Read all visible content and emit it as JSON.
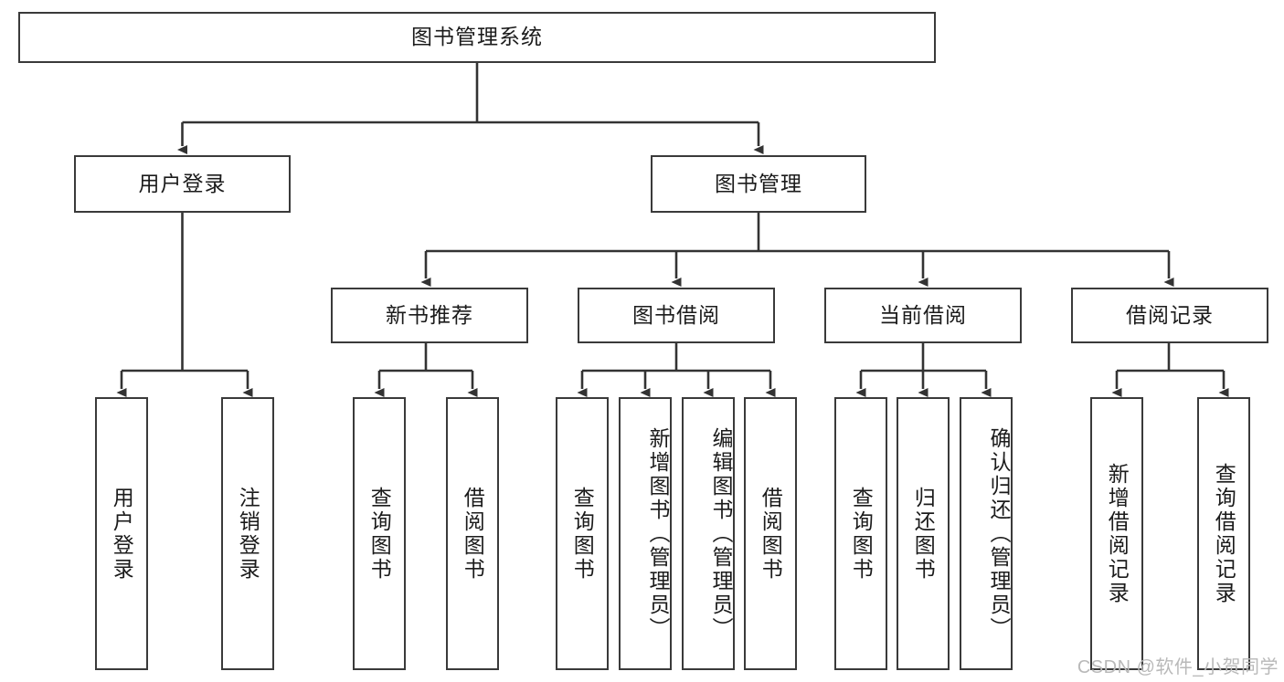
{
  "diagram": {
    "title": "图书管理系统",
    "type": "tree",
    "watermark": "CSDN @软件_小贺同学",
    "colors": {
      "box_border": "#3a3a3a",
      "box_fill": "#ffffff",
      "connector": "#333333",
      "text": "#1b1b1b",
      "watermark": "#b9b9b9"
    },
    "nodes": {
      "root": "图书管理系统",
      "level2": {
        "user_login": "用户登录",
        "book_manage": "图书管理"
      },
      "level3": {
        "new_book_rec": "新书推荐",
        "book_borrow": "图书借阅",
        "current_borrow": "当前借阅",
        "borrow_record": "借阅记录"
      },
      "leaves": {
        "user_login_1": "用户登录",
        "user_login_2": "注销登录",
        "new_book_rec_1": "查询图书",
        "new_book_rec_2": "借阅图书",
        "book_borrow_1": "查询图书",
        "book_borrow_2": "新增图书（管理员）",
        "book_borrow_3": "编辑图书（管理员）",
        "book_borrow_4": "借阅图书",
        "current_borrow_1": "查询图书",
        "current_borrow_2": "归还图书",
        "current_borrow_3": "确认归还（管理员）",
        "borrow_record_1": "新增借阅记录",
        "borrow_record_2": "查询借阅记录"
      }
    },
    "edges": [
      {
        "from": "图书管理系统",
        "to": "用户登录"
      },
      {
        "from": "图书管理系统",
        "to": "图书管理"
      },
      {
        "from": "用户登录",
        "to": "用户登录"
      },
      {
        "from": "用户登录",
        "to": "注销登录"
      },
      {
        "from": "图书管理",
        "to": "新书推荐"
      },
      {
        "from": "图书管理",
        "to": "图书借阅"
      },
      {
        "from": "图书管理",
        "to": "当前借阅"
      },
      {
        "from": "图书管理",
        "to": "借阅记录"
      },
      {
        "from": "新书推荐",
        "to": "查询图书"
      },
      {
        "from": "新书推荐",
        "to": "借阅图书"
      },
      {
        "from": "图书借阅",
        "to": "查询图书"
      },
      {
        "from": "图书借阅",
        "to": "新增图书（管理员）"
      },
      {
        "from": "图书借阅",
        "to": "编辑图书（管理员）"
      },
      {
        "from": "图书借阅",
        "to": "借阅图书"
      },
      {
        "from": "当前借阅",
        "to": "查询图书"
      },
      {
        "from": "当前借阅",
        "to": "归还图书"
      },
      {
        "from": "当前借阅",
        "to": "确认归还（管理员）"
      },
      {
        "from": "借阅记录",
        "to": "新增借阅记录"
      },
      {
        "from": "借阅记录",
        "to": "查询借阅记录"
      }
    ]
  }
}
